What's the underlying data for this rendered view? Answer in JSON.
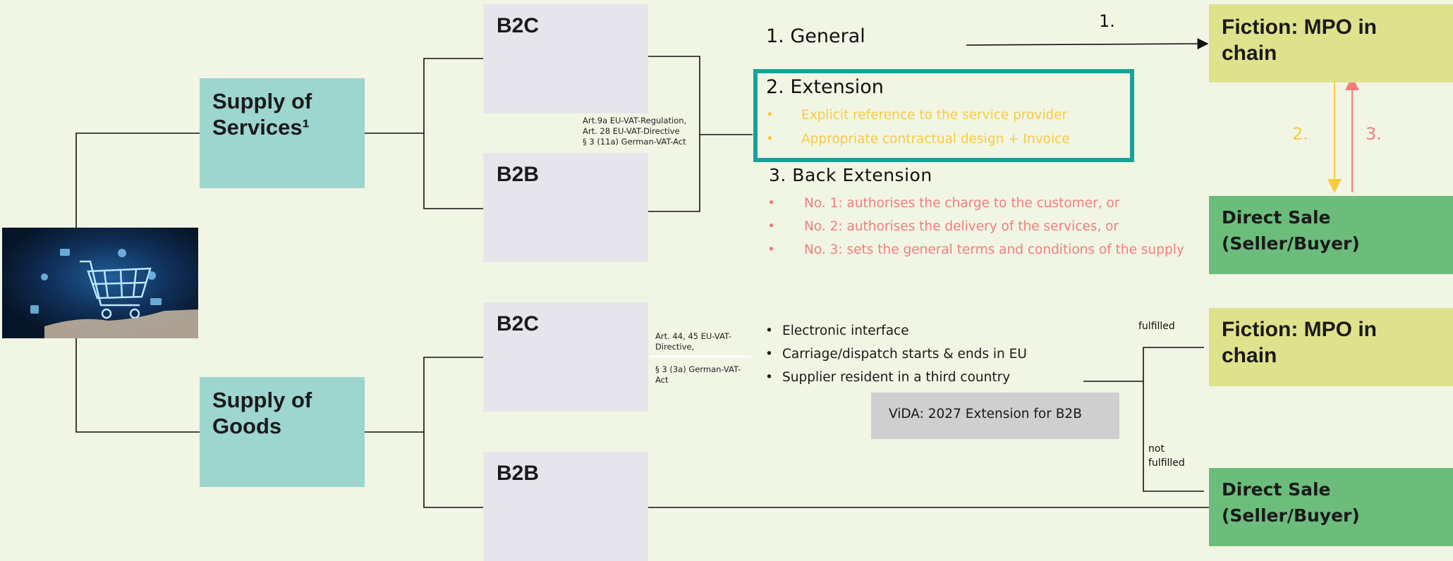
{
  "supply_services": "Supply of Services¹",
  "supply_goods": "Supply of Goods",
  "b2c": "B2C",
  "b2b": "B2B",
  "legal_services": {
    "line1": "Art.9a  EU-VAT-Regulation,",
    "line2": "Art. 28  EU-VAT-Directive",
    "line3": "§ 3 (11a) German-VAT-Act"
  },
  "legal_goods": {
    "line1": "Art. 44, 45 EU-VAT-",
    "line2": "Directive,",
    "line3": "§ 3 (3a) German-VAT-",
    "line4": "Act"
  },
  "general": "1. General",
  "extension": {
    "title": "2. Extension",
    "items": [
      "Explicit reference to the service provider",
      "Appropriate contractual  design + Invoice"
    ]
  },
  "back_extension": {
    "title": "3. Back Extension",
    "items": [
      "No. 1: authorises the charge to the customer, or",
      "No. 2: authorises the delivery of the services, or",
      "No. 3: sets the general terms and conditions of the supply"
    ]
  },
  "arrow_labels": {
    "a1": "1.",
    "a2": "2.",
    "a3": "3."
  },
  "fiction": "Fiction: MPO in chain",
  "direct_sale": {
    "line1": "Direct Sale",
    "line2": "(Seller/Buyer)"
  },
  "goods_conditions": [
    "Electronic  interface",
    "Carriage/dispatch  starts  &  ends  in  EU",
    "Supplier resident in a third country"
  ],
  "vida": "ViDA: 2027 Extension for B2B",
  "fulfilled": "fulfilled",
  "not_fulfilled": {
    "line1": "not",
    "line2": "fulfilled"
  },
  "bullet": "•",
  "colors": {
    "teal_box": "#9dd5cf",
    "yellow_box": "#dfe28c",
    "green_box": "#6cbd7c",
    "highlight_border": "#14a399",
    "orange_text": "#f9ca3e",
    "red_text": "#f27d7d"
  }
}
